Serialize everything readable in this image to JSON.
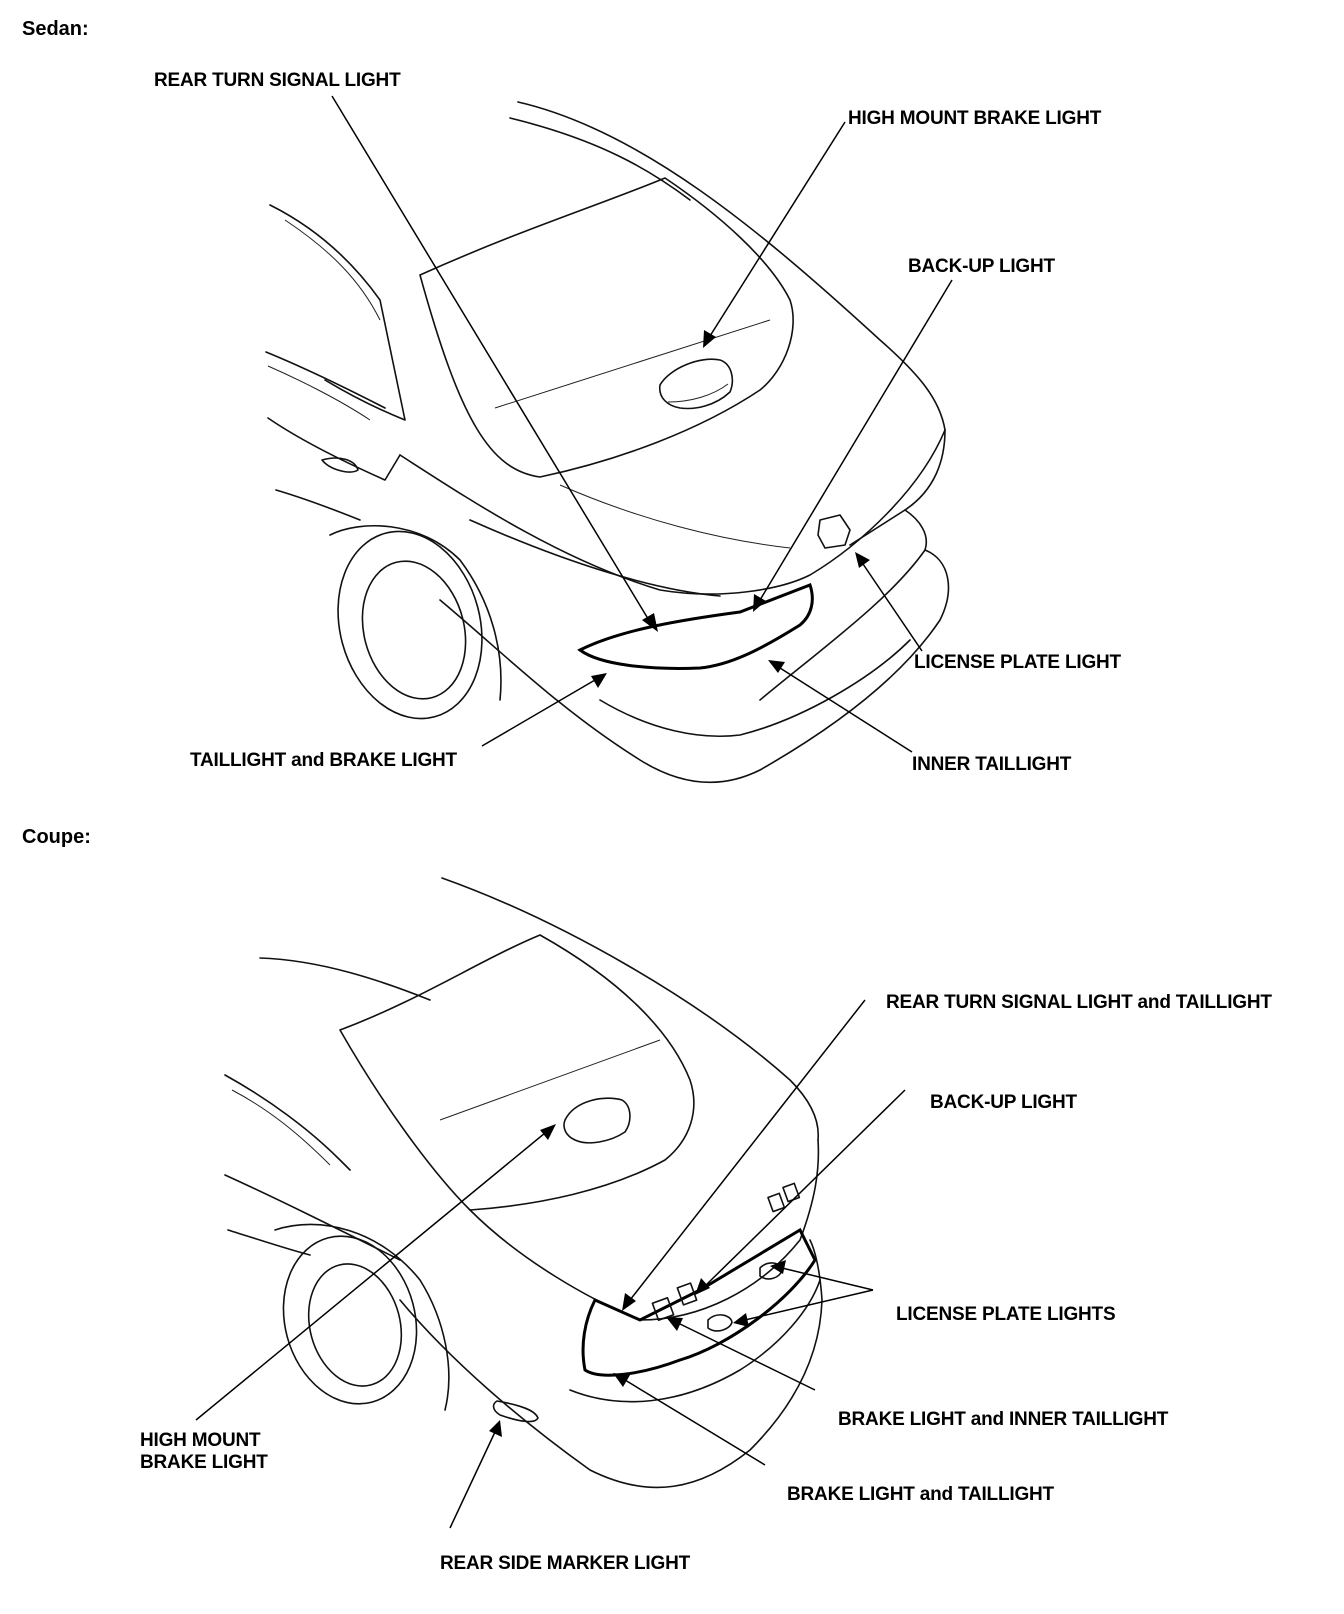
{
  "sedan": {
    "title": "Sedan:",
    "labels": {
      "rear_turn_signal": "REAR TURN SIGNAL LIGHT",
      "high_mount": "HIGH MOUNT BRAKE LIGHT",
      "backup": "BACK-UP LIGHT",
      "license_plate": "LICENSE PLATE LIGHT",
      "inner_taillight": "INNER TAILLIGHT",
      "taillight_brake": "TAILLIGHT and BRAKE LIGHT"
    }
  },
  "coupe": {
    "title": "Coupe:",
    "labels": {
      "rear_turn_taillight": "REAR TURN SIGNAL LIGHT and TAILLIGHT",
      "backup": "BACK-UP LIGHT",
      "license_plates": "LICENSE PLATE LIGHTS",
      "brake_inner": "BRAKE LIGHT and INNER TAILLIGHT",
      "brake_tail": "BRAKE LIGHT and TAILLIGHT",
      "high_mount_line1": "HIGH MOUNT",
      "high_mount_line2": "BRAKE LIGHT",
      "side_marker": "REAR SIDE MARKER LIGHT"
    }
  },
  "colors": {
    "ink": "#000000",
    "paper": "#ffffff"
  }
}
